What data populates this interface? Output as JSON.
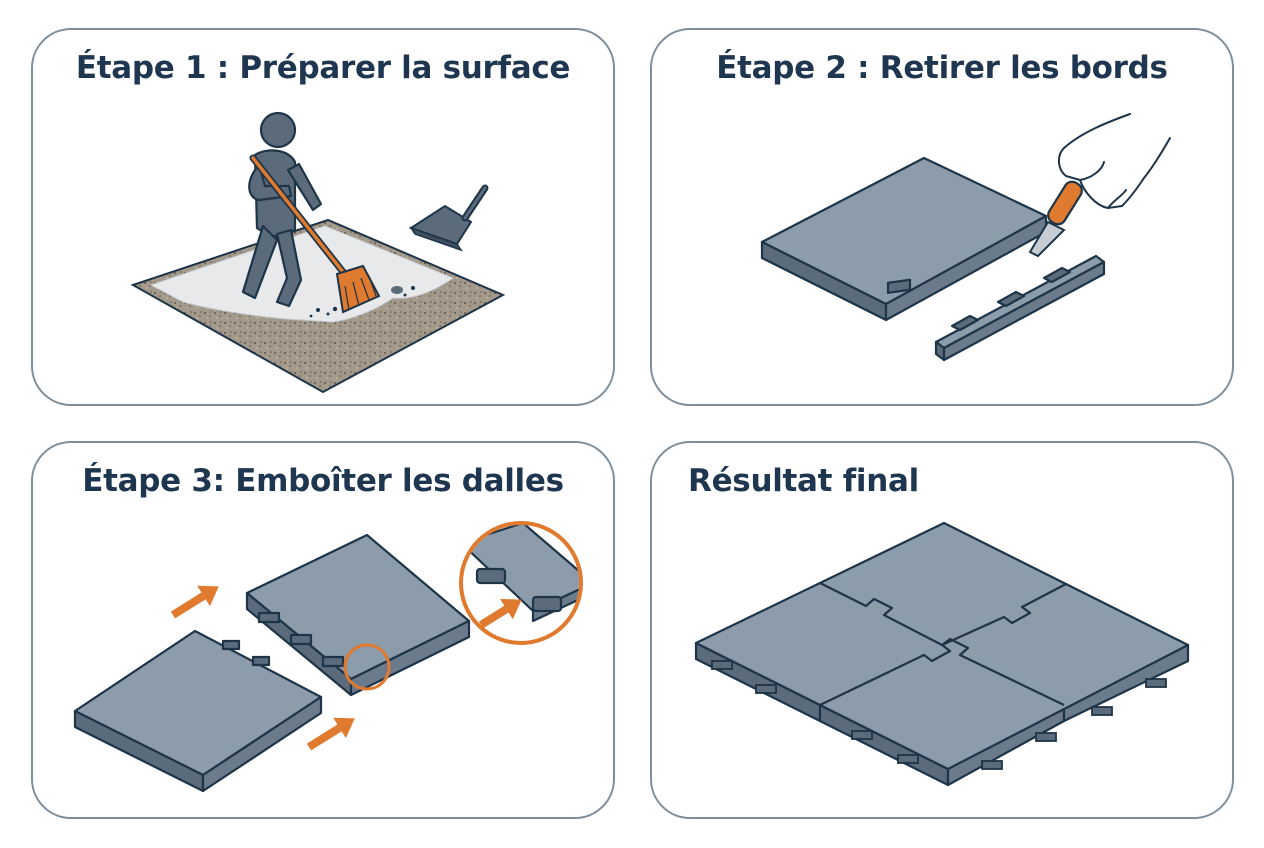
{
  "steps": [
    {
      "title": "Étape 1 : Préparer la surface"
    },
    {
      "title": "Étape 2 : Retirer les bords"
    },
    {
      "title": "Étape 3: Emboîter les dalles"
    },
    {
      "title": "Résultat final"
    }
  ],
  "colors": {
    "outline": "#1e3448",
    "tile": "#8d9cab",
    "tile_side": "#5b6b7b",
    "accent": "#e07a2e",
    "panel_border": "#7d8e9c",
    "gravel": "#a49a8b"
  },
  "icons": [
    "person-sweeping-icon",
    "broom-icon",
    "dustpan-icon",
    "hand-icon",
    "scraper-icon",
    "arrow-icon",
    "magnifier-icon"
  ]
}
